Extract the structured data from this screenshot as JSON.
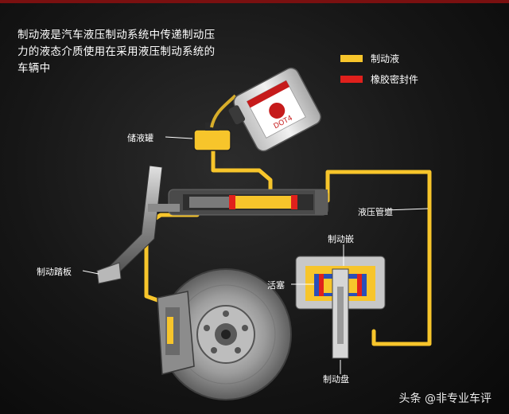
{
  "caption": "制动液是汽车液压制动系统中传递制动压力的液态介质使用在采用液压制动系统的车辆中",
  "legend": [
    {
      "label": "制动液",
      "color": "#f7c52b"
    },
    {
      "label": "橡胶密封件",
      "color": "#e0201c"
    }
  ],
  "labels": {
    "reservoir": "储液罐",
    "pipeline": "液压管道",
    "caliper": "制动嵌",
    "piston": "活塞",
    "pedal": "制动踏板",
    "disc": "制动盘"
  },
  "bottle_brand": "DOT4",
  "watermark": "头条 @非专业车评",
  "colors": {
    "fluid": "#f7c52b",
    "seal": "#e0201c",
    "background": "#161616"
  }
}
